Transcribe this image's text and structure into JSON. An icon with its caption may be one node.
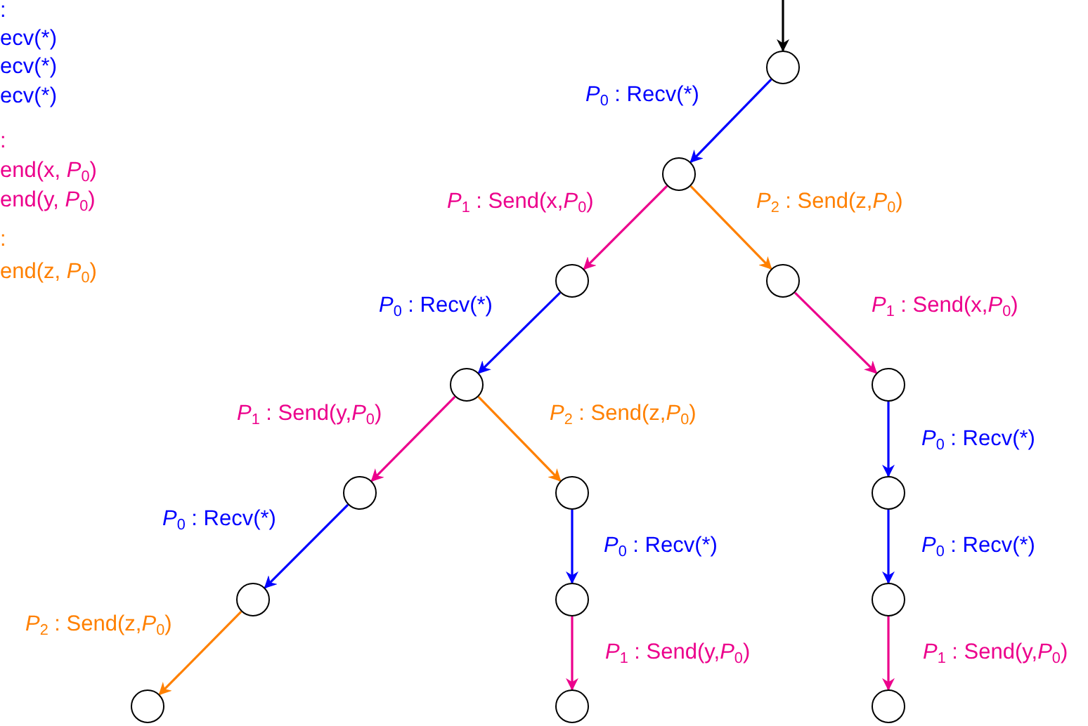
{
  "diagram": {
    "nodes": [
      {
        "text": [],
        "shape": "circle"
      },
      {
        "text": [],
        "shape": "circle"
      },
      {
        "text": [],
        "shape": "circle"
      },
      {
        "text": [],
        "shape": "circle"
      },
      {
        "text": [],
        "shape": "circle"
      },
      {
        "text": [],
        "shape": "circle"
      },
      {
        "text": [],
        "shape": "circle"
      },
      {
        "text": [],
        "shape": "circle"
      },
      {
        "text": [],
        "shape": "circle"
      },
      {
        "text": [],
        "shape": "circle"
      },
      {
        "text": [],
        "shape": "circle"
      },
      {
        "text": [],
        "shape": "circle"
      },
      {
        "text": [],
        "shape": "circle"
      },
      {
        "text": [],
        "shape": "circle"
      },
      {
        "text": [],
        "shape": "circle"
      }
    ],
    "edges": [
      {
        "from": null,
        "to": 0,
        "arrow": "to",
        "color": "#000000"
      },
      {
        "from": 0,
        "to": 1,
        "arrow": "to",
        "label": "*P*$_{0}$ : Recv(*)"
      },
      {
        "from": 1,
        "to": 2,
        "arrow": "to",
        "label": "*P*$_{1}$ : Send(x,*P*$_{0}$)",
        "color": "#ec008c"
      },
      {
        "from": 1,
        "to": 3,
        "arrow": "to",
        "label": "*P*$_{2}$ : Send(z,*P*$_{0}$)",
        "color": "#ff8000"
      },
      {
        "from": 3,
        "to": 5,
        "arrow": "to",
        "label": "*P*$_{1}$ : Send(x,*P*$_{0}$)",
        "color": "#ec008c"
      },
      {
        "from": 2,
        "to": 4,
        "arrow": "to",
        "label": "*P*$_{0}$ : Recv(*)"
      },
      {
        "from": 4,
        "to": 6,
        "arrow": "to",
        "label": "*P*$_{1}$ : Send(y,*P*$_{0}$)",
        "color": "#ec008c"
      },
      {
        "from": 4,
        "to": 7,
        "arrow": "to",
        "label": "*P*$_{2}$ : Send(z,*P*$_{0}$)",
        "color": "#ff8000"
      },
      {
        "from": 5,
        "to": 8,
        "arrow": "to",
        "label": "*P*$_{0}$ : Recv(*)"
      },
      {
        "from": 6,
        "to": 9,
        "arrow": "to",
        "label": "*P*$_{0}$ : Recv(*)"
      },
      {
        "from": 7,
        "to": 10,
        "arrow": "to",
        "label": "*P*$_{0}$ : Recv(*)"
      },
      {
        "from": 8,
        "to": 11,
        "arrow": "to",
        "label": "*P*$_{0}$ : Recv(*)"
      },
      {
        "from": 9,
        "to": 12,
        "arrow": "to",
        "label": "*P*$_{2}$ : Send(z,*P*$_{0}$)",
        "color": "#ff8000"
      },
      {
        "from": 10,
        "to": 13,
        "arrow": "to",
        "label": "*P*$_{1}$ : Send(y,*P*$_{0}$)",
        "color": "#ec008c"
      },
      {
        "from": 11,
        "to": 14,
        "arrow": "to",
        "label": "*P*$_{1}$ : Send(y,*P*$_{0}$)",
        "color": "#ec008c"
      }
    ],
    "labels": [
      ":",
      "ecv(*)",
      "ecv(*)",
      "ecv(*)",
      ":",
      "end(x, *P*$_{0}$)",
      "end(y, *P*$_{0}$)",
      ":",
      "end(z, *P*$_{0}$)"
    ]
  }
}
